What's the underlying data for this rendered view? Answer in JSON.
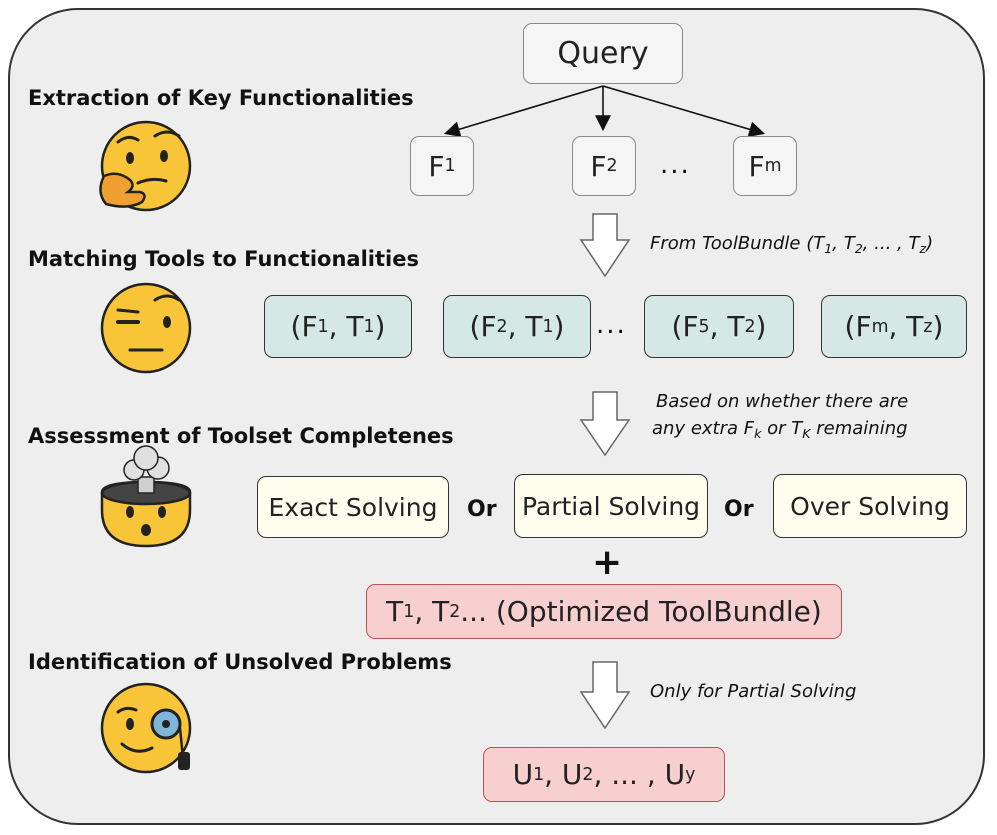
{
  "stages": {
    "extraction": "Extraction of Key Functionalities",
    "matching": "Matching Tools to Functionalities",
    "assessment": "Assessment of Toolset Completenes",
    "identification": "Identification of Unsolved Problems"
  },
  "query": "Query",
  "functionalities": [
    {
      "base": "F",
      "sub": "1"
    },
    {
      "base": "F",
      "sub": "2"
    },
    {
      "base": "F",
      "sub": "m"
    }
  ],
  "ellipsis": "...",
  "toolbundle_note": {
    "prefix": "From ToolBundle (T",
    "s1": "1",
    "mid1": ", T",
    "s2": "2",
    "mid2": ", ... , T",
    "s3": "z",
    "suffix": ")"
  },
  "pairs": [
    {
      "f": "1",
      "t": "1"
    },
    {
      "f": "2",
      "t": "1"
    },
    {
      "f": "5",
      "t": "2"
    },
    {
      "f": "m",
      "t": "z"
    }
  ],
  "assessment_note": {
    "line1": "Based on whether there are",
    "line2_prefix": "any extra F",
    "line2_s1": "k",
    "line2_mid": " or T",
    "line2_s2": "K",
    "line2_suffix": " remaining"
  },
  "outcomes": [
    "Exact Solving",
    "Partial Solving",
    "Over Solving"
  ],
  "or_label": "Or",
  "plus": "+",
  "optimized": {
    "p1": "T",
    "s1": "1",
    "p2": ", T",
    "s2": "2",
    "p3": " ... (Optimized ToolBundle)"
  },
  "partial_note": "Only for Partial Solving",
  "unsolved": {
    "p1": "U",
    "s1": "1",
    "p2": ", U",
    "s2": "2",
    "p3": ", ... , U",
    "s3": "y"
  },
  "colors": {
    "grey_box": "#f5f5f5",
    "teal_box": "#d5e8e5",
    "cream_box": "#fffdee",
    "pink_box": "#f8cfcf",
    "emoji_yellow": "#f8c538"
  },
  "icons": [
    "thinking-face-icon",
    "raised-eyebrow-face-icon",
    "exploding-head-icon",
    "monocle-face-icon"
  ]
}
